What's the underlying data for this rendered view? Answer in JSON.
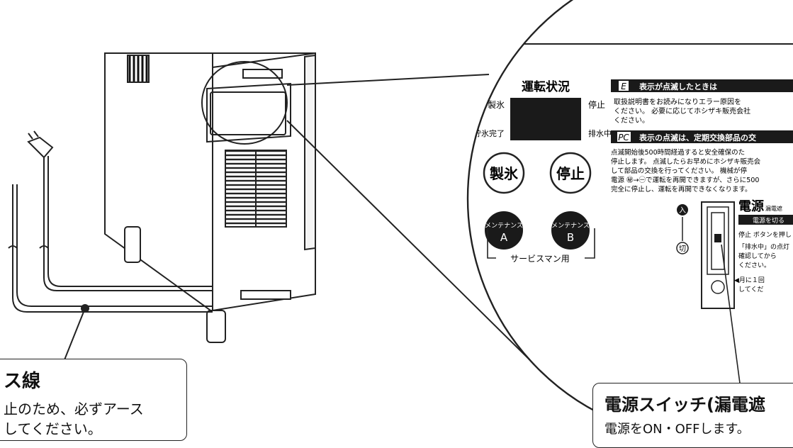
{
  "panel": {
    "status_title": "運転状況",
    "status_labels": {
      "ice": "製氷",
      "stop": "停止",
      "full": "貯氷完了",
      "drain": "排水中"
    },
    "buttons": {
      "ice": "製氷",
      "stop": "停止",
      "maint_label": "メンテナンス",
      "maint_a": "A",
      "maint_b": "B"
    },
    "service_label": "サービスマン用",
    "error_note": {
      "code": "E",
      "heading": "表示が点滅したときは",
      "lines": [
        "取扱説明書をお読みになりエラー原因を",
        "ください。 必要に応じてホシザキ販売会社",
        "ください。"
      ]
    },
    "pc_note": {
      "code": "PC",
      "heading": "表示の点滅は、定期交換部品の交",
      "lines": [
        "点滅開始後500時間経過すると安全確保のた",
        "停止します。 点滅したらお早めにホシザキ販売会",
        "して部品の交換を行ってください。 機械が停",
        "電源 ㊙→㊀で運転を再開できますが、さらに500",
        "完全に停止し、運転を再開できなくなります。"
      ]
    },
    "power": {
      "on_mark": "入",
      "off_mark": "切",
      "title": "電源",
      "title_small": "漏電遮",
      "band_label": "電源を切る",
      "lines": [
        "停止 ボタンを押し",
        "「排水中」の点灯",
        "確認してから",
        "ください。",
        "◀月に１回",
        "してくだ"
      ]
    }
  },
  "callouts": {
    "earth": {
      "title": "ス線",
      "lines": [
        "止のため、必ずアース",
        "してください。"
      ]
    },
    "switch": {
      "title": "電源スイッチ(漏電遮",
      "lines": [
        "電源をON・OFFします。"
      ]
    }
  },
  "colors": {
    "ink": "#222222",
    "panel_dark": "#1a1a1a",
    "white": "#ffffff"
  }
}
